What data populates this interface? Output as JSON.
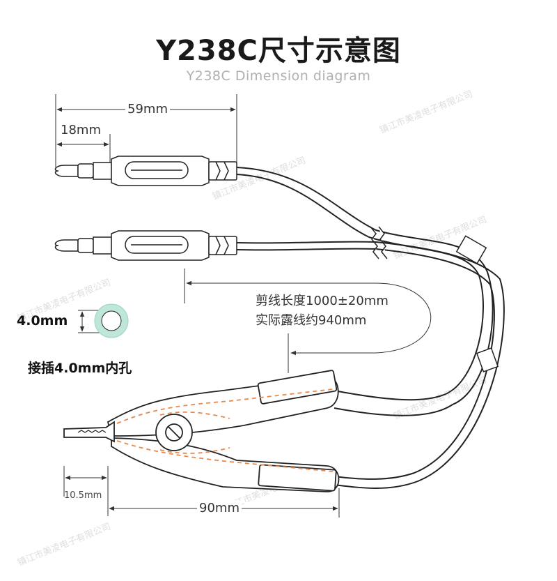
{
  "header": {
    "title": "Y238C尺寸示意图",
    "subtitle": "Y238C Dimension diagram"
  },
  "dimensions": {
    "total_plug_length": "59mm",
    "plug_tip_length": "18mm",
    "clip_tip_length": "10.5mm",
    "clip_length": "90mm"
  },
  "hole": {
    "size_label": "4.0mm",
    "caption": "接插4.0mm内孔"
  },
  "cable": {
    "length_text": "剪线长度1000±20mm",
    "exposed_text": "实际露线约940mm"
  },
  "watermark": {
    "text": "镇江市美凌电子有限公司",
    "brand": "美凌"
  },
  "colors": {
    "line": "#222222",
    "dim_line": "#333333",
    "orange_dash": "#e8884a",
    "hole_ring": "#bfe7d8"
  }
}
